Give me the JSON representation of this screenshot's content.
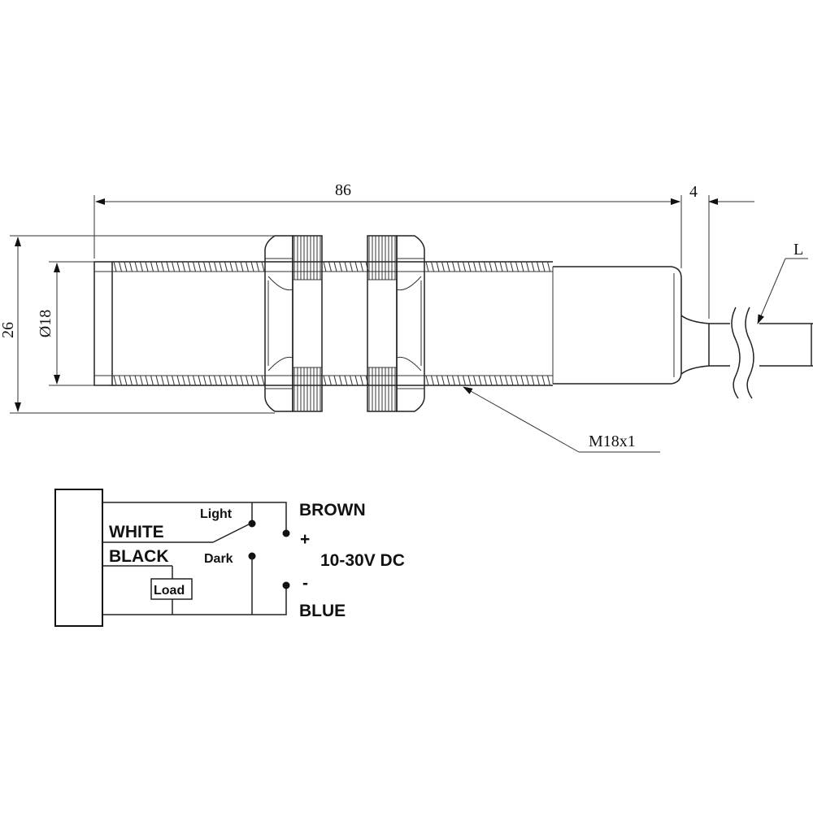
{
  "dimensions": {
    "overall_length": "86",
    "cable_offset": "4",
    "outer_diameter": "26",
    "thread_diameter": "Ø18",
    "thread_spec": "M18x1",
    "cable_length": "L"
  },
  "wiring": {
    "white": "WHITE",
    "black": "BLACK",
    "brown": "BROWN",
    "blue": "BLUE",
    "light": "Light",
    "dark": "Dark",
    "load": "Load",
    "plus": "+",
    "minus": "-",
    "supply": "10-30V DC"
  }
}
